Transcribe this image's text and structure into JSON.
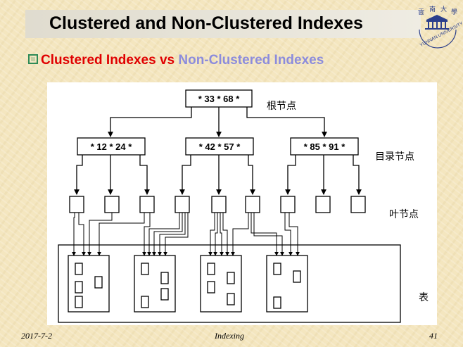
{
  "slide": {
    "title": "Clustered and Non-Clustered Indexes",
    "subtitle_part1": "Clustered Indexes vs ",
    "subtitle_part2": "Non-Clustered Indexes",
    "colors": {
      "subtitle_red": "#e00000",
      "subtitle_blue": "#8c8cdc",
      "bullet": "#2e8b57"
    },
    "bullet_icon": "checkbox-bullet-icon"
  },
  "logo": {
    "icon": "university-seal-logo",
    "text": "YUNNAN UNIVERSITY",
    "chinese": "雲南大學"
  },
  "diagram": {
    "root_node": "* 33 * 68 *",
    "dir_nodes": [
      "* 12 * 24 *",
      "* 42 * 57 *",
      "* 85 * 91 *"
    ],
    "labels": {
      "root": "根节点",
      "directory": "目录节点",
      "leaf": "叶节点",
      "table": "表"
    }
  },
  "footer": {
    "date": "2017-7-2",
    "center": "Indexing",
    "page": "41"
  }
}
